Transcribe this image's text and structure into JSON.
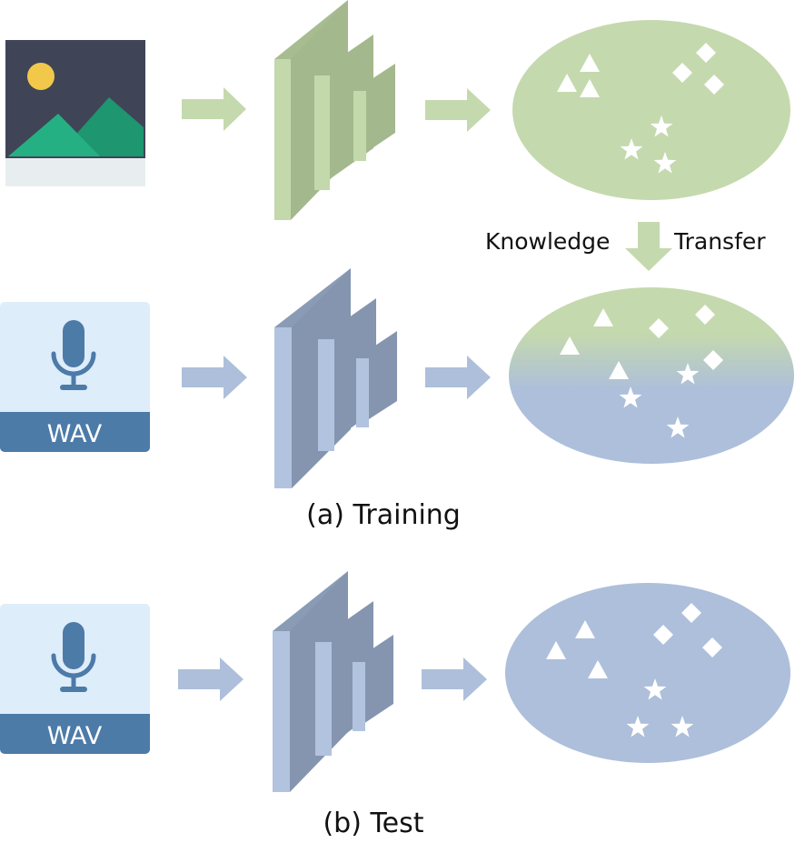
{
  "captions": {
    "training": "(a) Training",
    "test": "(b) Test"
  },
  "knowledge_transfer": {
    "left_word": "Knowledge",
    "right_word": "Transfer"
  },
  "audio_inputs": {
    "training_format": "WAV",
    "test_format": "WAV"
  },
  "icons": {
    "image_input": "image-icon",
    "audio_input": "microphone-icon",
    "network": "cnn-layers-icon",
    "embedding_space": "feature-space-icon",
    "class_symbols": [
      "triangle-icon",
      "diamond-icon",
      "star-icon"
    ]
  },
  "colors": {
    "visual_green": "#c5d9ae",
    "audio_blue": "#adbfda",
    "wav_banner": "#4d7ba8",
    "wav_card": "#deedfa",
    "image_sky": "#3f4557",
    "image_sun": "#f2c84b",
    "image_mountain_front": "#25b083",
    "image_mountain_back": "#1e9670",
    "image_ground": "#e8eef0"
  }
}
